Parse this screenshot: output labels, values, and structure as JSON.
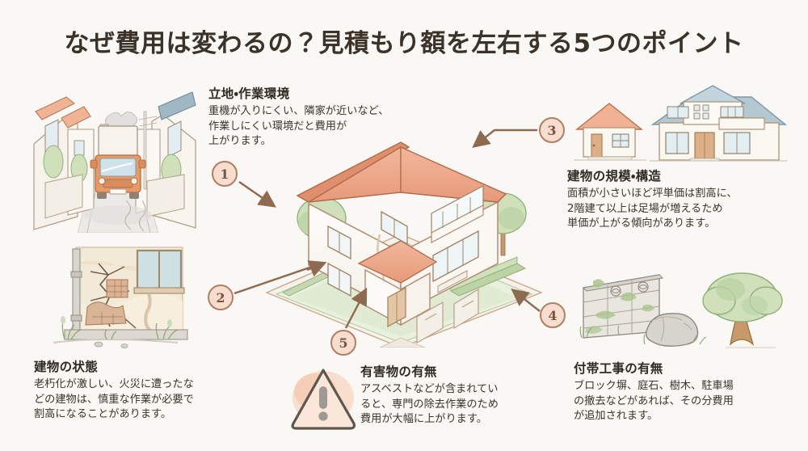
{
  "meta": {
    "background_color": "#faf8f4",
    "title_color": "#3b3329",
    "badge_fill": "#f7ddd0",
    "badge_border": "#b07e62",
    "accent_roof": "#e8a183",
    "accent_green": "#9dbb8e"
  },
  "title": "なぜ費用は変わるの？見積もり額を左右する5つのポイント",
  "points": [
    {
      "number": "1",
      "heading": "立地・作業環境",
      "lines": [
        "重機が入りにくい、隣家が近いなど、",
        "作業しにくい環境だと費用が",
        "上がります。"
      ]
    },
    {
      "number": "2",
      "heading": "建物の状態",
      "lines": [
        "老朽化が激しい、火災に遭ったな",
        "どの建物は、慎重な作業が必要で",
        "割高になることがあります。"
      ]
    },
    {
      "number": "3",
      "heading": "建物の規模・構造",
      "lines": [
        "面積が小さいほど坪単価は割高に、",
        "2階建て以上は足場が増えるため",
        "単価が上がる傾向があります。"
      ]
    },
    {
      "number": "4",
      "heading": "付帯工事の有無",
      "lines": [
        "ブロック塀、庭石、樹木、駐車場",
        "の撤去などがあれば、その分費用",
        "が追加されます。"
      ]
    },
    {
      "number": "5",
      "heading": "有害物の有無",
      "lines": [
        "アスベストなどが含まれてい",
        "ると、専門の除去作業のため",
        "費用が大幅に上がります。"
      ]
    }
  ],
  "illustrations": [
    {
      "name": "narrow-street-with-truck-illustration",
      "caption_for": "1"
    },
    {
      "name": "cracked-wall-illustration",
      "caption_for": "2"
    },
    {
      "name": "small-and-large-house-illustration",
      "caption_for": "3"
    },
    {
      "name": "block-wall-rock-tree-illustration",
      "caption_for": "4"
    },
    {
      "name": "hazard-warning-triangle-illustration",
      "caption_for": "5"
    },
    {
      "name": "isometric-two-story-house-illustration",
      "caption_for": "center"
    }
  ]
}
